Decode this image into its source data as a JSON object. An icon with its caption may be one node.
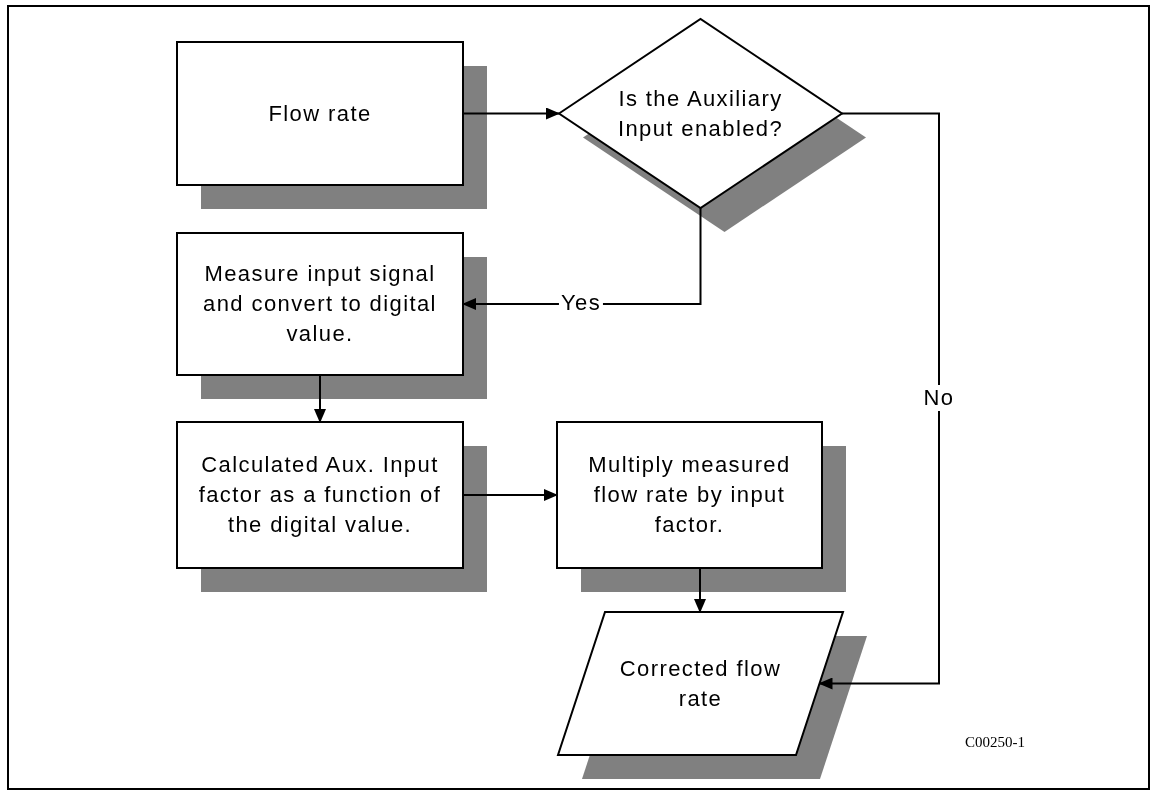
{
  "diagram": {
    "nodes": [
      {
        "text": [
          "Flow rate"
        ]
      },
      {
        "text": [
          "Is the Auxiliary Input enabled?"
        ]
      },
      {
        "text": [
          "Measure input signal and convert to digital value."
        ]
      },
      {
        "text": [
          "Calculated Aux. Input factor as a function of the digital value."
        ]
      },
      {
        "text": [
          "Multiply measured flow rate by input factor."
        ]
      },
      {
        "text": [
          "Corrected flow rate"
        ]
      }
    ],
    "edges": [
      {
        "from": 0,
        "to": 1,
        "arrow": "to"
      },
      {
        "from": 1,
        "to": 2,
        "arrow": "to",
        "label": "Yes"
      },
      {
        "from": 2,
        "to": 3,
        "arrow": "to"
      },
      {
        "from": 3,
        "to": 4,
        "arrow": "to"
      },
      {
        "from": 4,
        "to": 5,
        "arrow": "to"
      },
      {
        "from": 1,
        "to": 5,
        "arrow": "to",
        "label": "No"
      }
    ],
    "labels": [
      "C00250-1"
    ]
  }
}
